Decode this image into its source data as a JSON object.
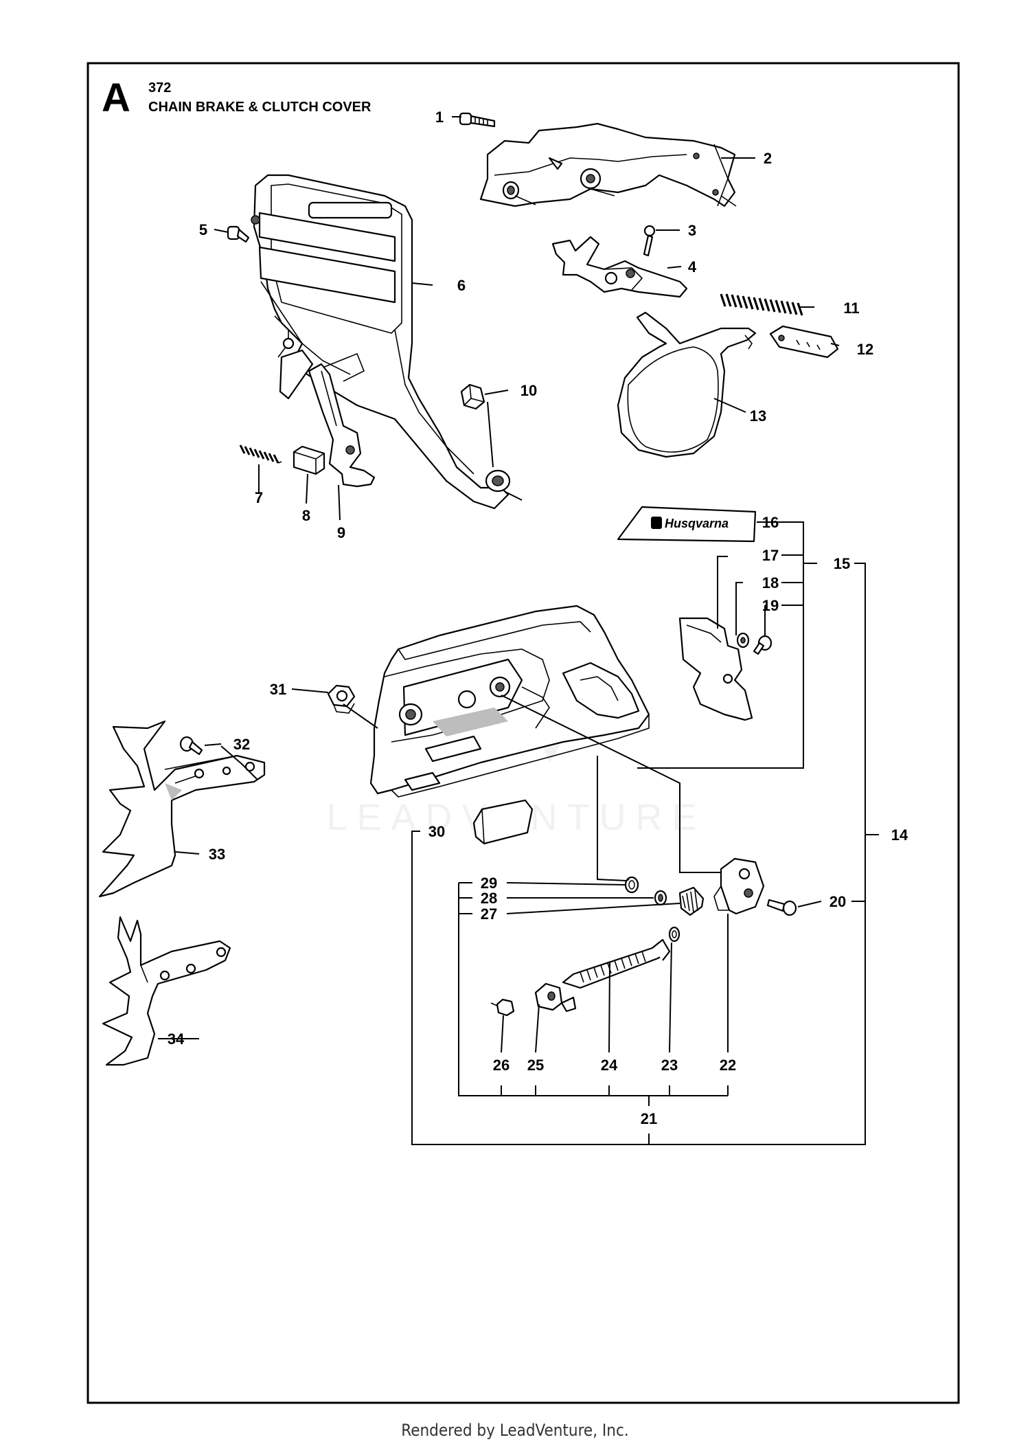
{
  "header": {
    "section_letter": "A",
    "model": "372",
    "title": "CHAIN BRAKE & CLUTCH COVER"
  },
  "brand_logo_text": "Husqvarna",
  "watermark_text": "LEADVENTURE",
  "footer": "Rendered by LeadVenture, Inc.",
  "part_numbers": [
    "1",
    "2",
    "3",
    "4",
    "5",
    "6",
    "7",
    "8",
    "9",
    "10",
    "11",
    "12",
    "13",
    "14",
    "15",
    "16",
    "17",
    "18",
    "19",
    "20",
    "21",
    "22",
    "23",
    "24",
    "25",
    "26",
    "27",
    "28",
    "29",
    "30",
    "31",
    "32",
    "33",
    "34"
  ]
}
